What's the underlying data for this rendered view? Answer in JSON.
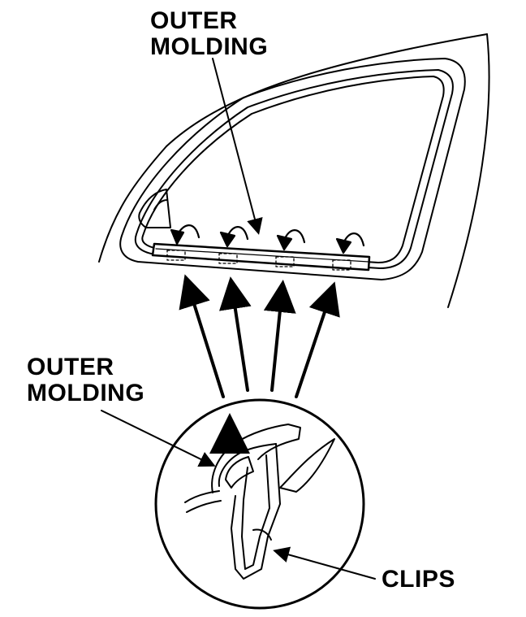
{
  "labels": {
    "outer_molding_top": [
      "OUTER",
      "MOLDING"
    ],
    "outer_molding_detail": [
      "OUTER",
      "MOLDING"
    ],
    "clips": "CLIPS"
  },
  "colors": {
    "ink": "#000000",
    "paper": "#ffffff"
  }
}
